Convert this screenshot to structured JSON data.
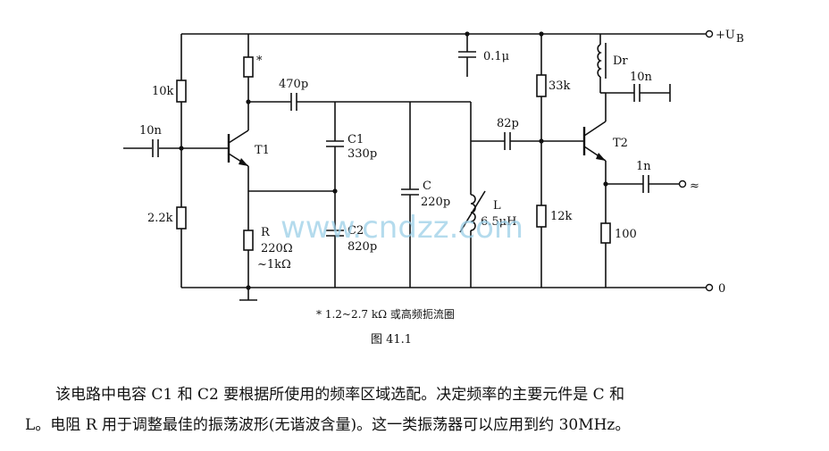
{
  "labels": {
    "supply": "+U",
    "supply_sub": "B",
    "ground": "0",
    "star": "*",
    "r10k": "10k",
    "c10n_in": "10n",
    "r2_2k": "2.2k",
    "t1": "T1",
    "c470p": "470p",
    "c1_name": "C1",
    "c1_val": "330p",
    "c2_name": "C2",
    "c2_val": "820p",
    "r_name": "R",
    "r_val1": "220Ω",
    "r_val2": "~1kΩ",
    "c_name": "C",
    "c_val": "220p",
    "l_name": "L",
    "l_val": "6.5μH",
    "c01u": "0.1μ",
    "c82p": "82p",
    "r33k": "33k",
    "r12k": "12k",
    "dr": "Dr",
    "c10n_out": "10n",
    "t2": "T2",
    "c1n": "1n",
    "out_sym": "≈",
    "r100": "100"
  },
  "footnote": "* 1.2~2.7 kΩ 或高频扼流圈",
  "figure": "图 41.1",
  "watermark": "www.cndzz.com",
  "description": {
    "line1": "该电路中电容 C1 和 C2 要根据所使用的频率区域选配。决定频率的主要元件是 C 和",
    "line2": "L。电阻 R 用于调整最佳的振荡波形(无谐波含量)。这一类振荡器可以应用到约 30MHz。"
  }
}
